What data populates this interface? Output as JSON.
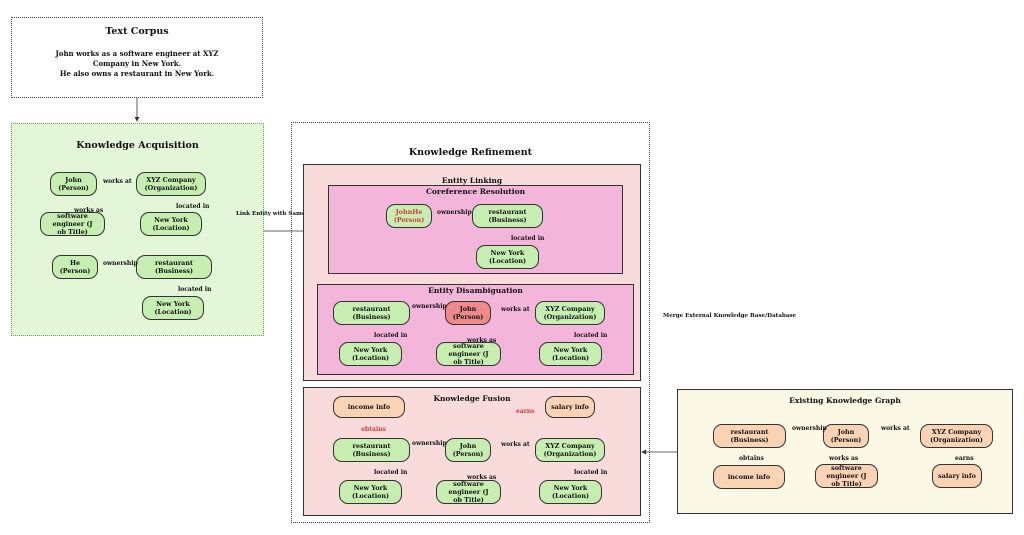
{
  "text_corpus": {
    "title": "Text Corpus",
    "lines": [
      "John works as a software engineer at XYZ",
      "Company in New York.",
      "He also owns a restaurant in New York."
    ]
  },
  "acquisition": {
    "title": "Knowledge Acquisition",
    "nodes": {
      "john": [
        "John",
        "(Person)"
      ],
      "xyz": [
        "XYZ Company",
        "(Organization)"
      ],
      "se": [
        "software engineer (J",
        "ob Title)"
      ],
      "ny1": [
        "New York",
        "(Location)"
      ],
      "he": [
        "He",
        "(Person)"
      ],
      "rest": [
        "restaurant",
        "(Business)"
      ],
      "ny2": [
        "New York",
        "(Location)"
      ]
    },
    "edges": {
      "works_at": "works at",
      "works_as": "works as",
      "located_in1": "located in",
      "ownership": "ownership",
      "located_in2": "located in"
    }
  },
  "link_label": "Link Entity with Same Name",
  "merge_label": "Merge External Knowledge Base/Database",
  "refinement": {
    "title": "Knowledge Refinement",
    "entity_linking": "Entity Linking",
    "coref": {
      "title": "Coreference Resolution",
      "nodes": {
        "johnhe": [
          "JohnHe",
          "(Person)"
        ],
        "rest": [
          "restaurant",
          "(Business)"
        ],
        "ny": [
          "New York",
          "(Location)"
        ]
      },
      "edges": {
        "ownership": "ownership",
        "located_in": "located in"
      }
    },
    "disamb": {
      "title": "Entity Disambiguation",
      "nodes": {
        "rest": [
          "restaurant",
          "(Business)"
        ],
        "john": [
          "John",
          "(Person)"
        ],
        "xyz": [
          "XYZ Company",
          "(Organization)"
        ],
        "ny1": [
          "New York",
          "(Location)"
        ],
        "se": [
          "software engineer (J",
          "ob Title)"
        ],
        "ny2": [
          "New York",
          "(Location)"
        ]
      },
      "edges": {
        "ownership": "ownership",
        "works_at": "works at",
        "works_as": "works as",
        "located_in1": "located in",
        "located_in2": "located in"
      }
    },
    "fusion": {
      "title": "Knowledge Fusion",
      "nodes": {
        "income": [
          "income info"
        ],
        "salary": [
          "salary info"
        ],
        "rest": [
          "restaurant",
          "(Business)"
        ],
        "john": [
          "John",
          "(Person)"
        ],
        "xyz": [
          "XYZ Company",
          "(Organization)"
        ],
        "ny1": [
          "New York",
          "(Location)"
        ],
        "se": [
          "software engineer (J",
          "ob Title)"
        ],
        "ny2": [
          "New York",
          "(Location)"
        ]
      },
      "edges": {
        "obtains": "obtains",
        "earns": "earns",
        "ownership": "ownership",
        "works_at": "works at",
        "works_as": "works as",
        "located_in1": "located in",
        "located_in2": "located in"
      }
    }
  },
  "existing": {
    "title": "Existing Knowledge Graph",
    "nodes": {
      "rest": [
        "restaurant",
        "(Business)"
      ],
      "john": [
        "John",
        "(Person)"
      ],
      "xyz": [
        "XYZ Company",
        "(Organization)"
      ],
      "income": [
        "income info"
      ],
      "se": [
        "software engineer (J",
        "ob Title)"
      ],
      "salary": [
        "salary info"
      ]
    },
    "edges": {
      "ownership": "ownership",
      "works_at": "works at",
      "obtains": "obtains",
      "works_as": "works as",
      "earns": "earns"
    }
  },
  "colors": {
    "green": "#c6eeb0",
    "red_node": "#ef8a8a",
    "orange": "#fad3b4",
    "pink": "#f9dbdb",
    "magenta": "#f3b5d9",
    "lightgreen": "#e3f6d8",
    "cream": "#fcf8e6",
    "red_line": "#e24b4b"
  }
}
